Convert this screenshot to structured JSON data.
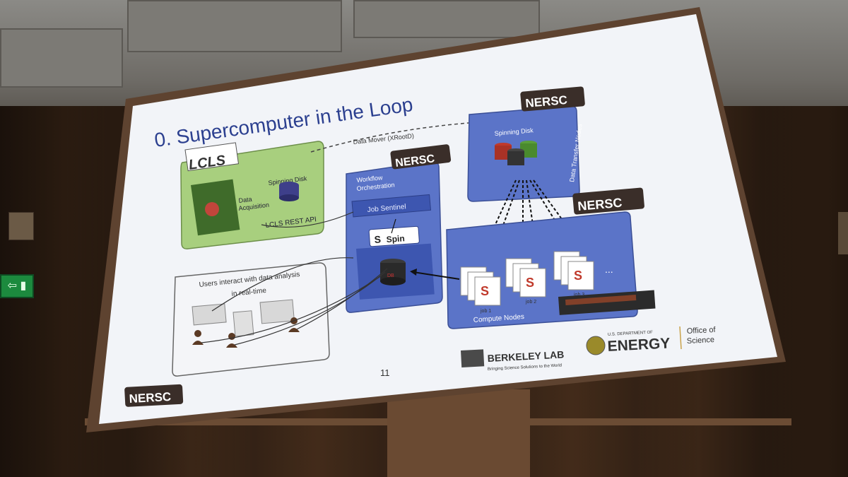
{
  "slide": {
    "title": "0. Supercomputer in the Loop",
    "page_number": "11",
    "lcls_logo": "LCLS",
    "lcls_panel": {
      "spinning_disk": "Spinning Disk",
      "data_acquisition_line1": "Data",
      "data_acquisition_line2": "Acquisition",
      "rest_api": "LCLS REST API"
    },
    "data_mover": "Data Mover (XRootD)",
    "workflow": {
      "nersc_logo": "NERSC",
      "title_line1": "Workflow",
      "title_line2": "Orchestration",
      "job_sentinel": "Job Sentinel",
      "spin": "Spin",
      "db_label": "DB"
    },
    "dtn": {
      "nersc_logo": "NERSC",
      "spinning_disk": "Spinning Disk",
      "side_label": "Data Transfer Nodes"
    },
    "compute": {
      "nersc_logo": "NERSC",
      "job1": "job 1",
      "job2": "job 2",
      "job3": "job 3",
      "ellipsis": "...",
      "label": "Compute Nodes"
    },
    "users": {
      "line1": "Users interact with data analysis",
      "line2": "in real-time"
    },
    "footer": {
      "nersc_logo": "NERSC",
      "berkeley_title": "BERKELEY LAB",
      "berkeley_tagline": "Bringing Science Solutions to the World",
      "doe_small": "U.S. DEPARTMENT OF",
      "doe_big": "ENERGY",
      "office_line1": "Office of",
      "office_line2": "Science"
    }
  },
  "colors": {
    "slide_bg": "#f2f4f8",
    "title_blue": "#2b3f8f",
    "panel_blue": "#5b74c8",
    "panel_green": "#a8cf7e",
    "nersc_dark": "#3a2e29"
  }
}
